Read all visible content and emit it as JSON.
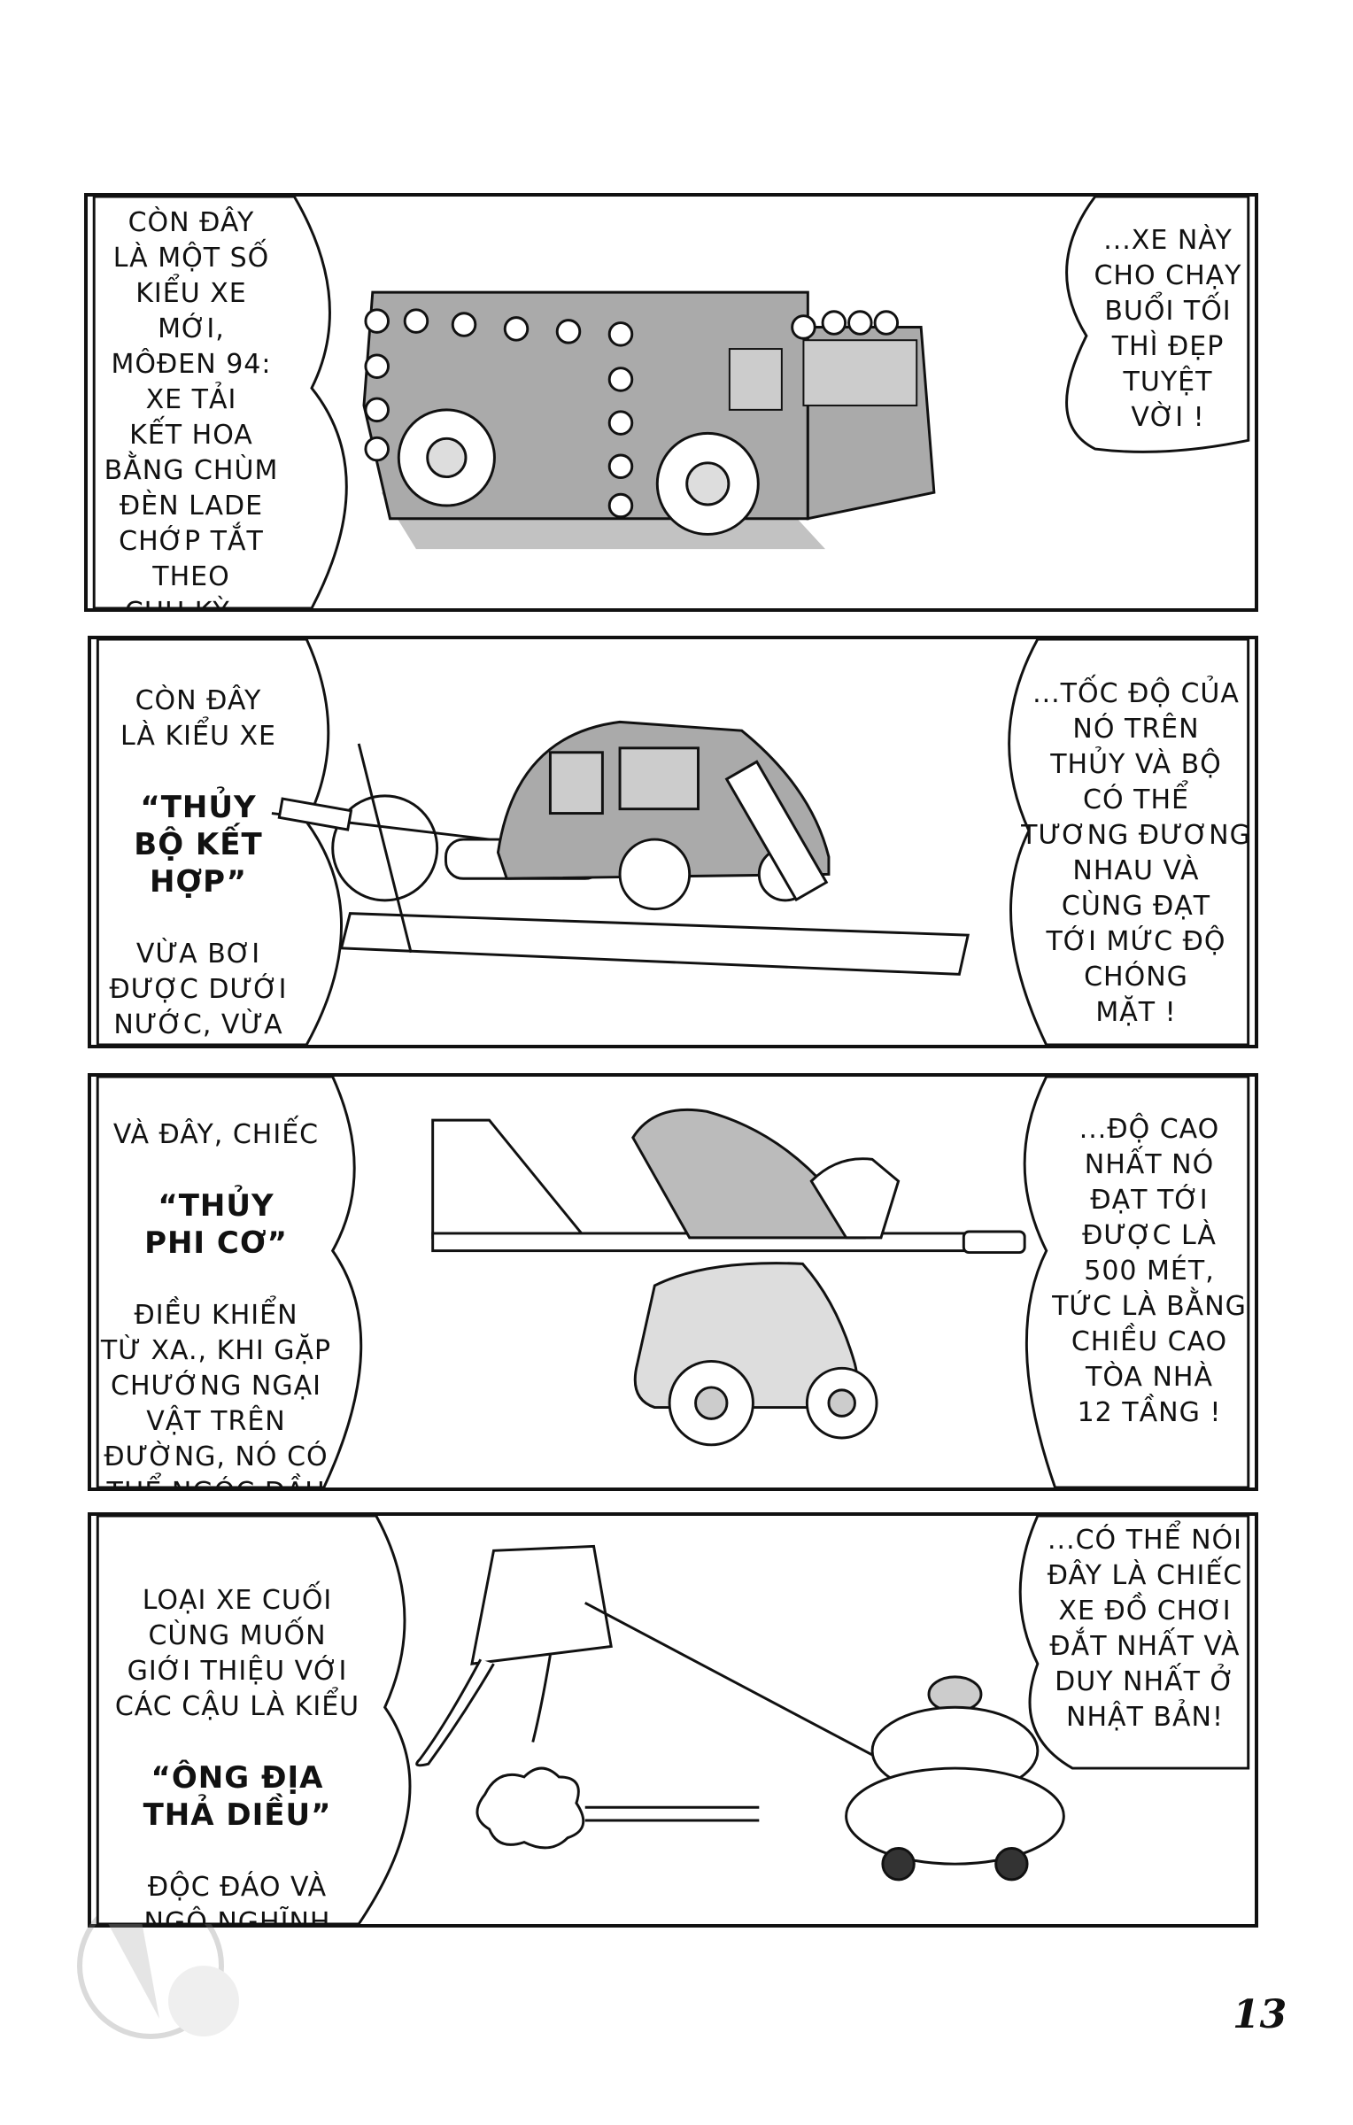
{
  "page_number": "13",
  "panels": [
    {
      "left": "CÒN ĐÂY\nLÀ MỘT SỐ\nKIỂU XE MỚI,\nMÔĐEN 94:\nXE TẢI\nKẾT HOA\nBẰNG CHÙM\nĐÈN LADE\nCHỚP TẮT\nTHEO\nCHU KỲ...",
      "right": "...XE NÀY\nCHO CHẠY\nBUỔI TỐI\nTHÌ ĐẸP\nTUYỆT\nVỜI !"
    },
    {
      "left_a": "CÒN ĐÂY\nLÀ KIỂU XE",
      "left_b": "“THỦY\nBỘ KẾT\nHỢP”",
      "left_c": "VỪA BƠI\nĐƯỢC DƯỚI\nNƯỚC, VỪA\nCHẠY ĐƯỢC\nTRÊN BỘ...",
      "right": "...TỐC ĐỘ CỦA\nNÓ TRÊN\nTHỦY VÀ BỘ\nCÓ THỂ\nTƯƠNG ĐƯƠNG\nNHAU VÀ\nCÙNG ĐẠT\nTỚI MỨC ĐỘ\nCHÓNG\nMẶT !"
    },
    {
      "left_a": "VÀ ĐÂY, CHIẾC",
      "left_b": "“THỦY\nPHI CƠ”",
      "left_c": "ĐIỀU KHIỂN\nTỪ XA., KHI GẶP\nCHƯỚNG NGẠI\nVẬT TRÊN\nĐƯỜNG, NÓ CÓ\nTHỂ NGÓC ĐẦU\nBAY VÚT LÊN\nTRỜI CAO...",
      "right": "...ĐỘ CAO\nNHẤT NÓ\nĐẠT TỚI\nĐƯỢC LÀ\n500 MÉT,\nTỨC LÀ BẰNG\nCHIỀU CAO\nTÒA NHÀ\n12 TẦNG !"
    },
    {
      "left_a": "LOẠI XE CUỐI\nCÙNG MUỐN\nGIỚI THIỆU VỚI\nCÁC CẬU LÀ KIỂU",
      "left_b": "“ÔNG ĐỊA\nTHẢ DIỀU”",
      "left_c": "ĐỘC ĐÁO VÀ\nNGỘ NGHĨNH\nNHẤT THẾ\nKỶ !",
      "right": "...CÓ THỂ NÓI\nĐÂY LÀ CHIẾC\nXE ĐỒ CHƠI\nĐẮT NHẤT VÀ\nDUY NHẤT Ở\nNHẬT BẢN!"
    }
  ]
}
